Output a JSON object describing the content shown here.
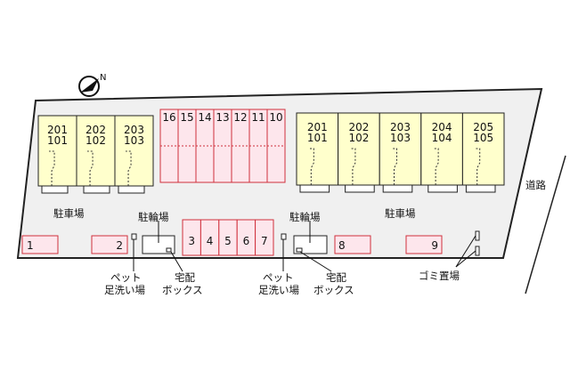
{
  "colors": {
    "building": "#ffffcc",
    "stall": "#fde6ec",
    "stall_border": "#d0303c",
    "lot": "#f0f0f0"
  },
  "compass": {
    "icon": "north-arrow-icon",
    "letter": "N"
  },
  "building_left": {
    "units": [
      [
        "201",
        "101"
      ],
      [
        "202",
        "102"
      ],
      [
        "203",
        "103"
      ]
    ]
  },
  "building_right": {
    "units": [
      [
        "201",
        "101"
      ],
      [
        "202",
        "102"
      ],
      [
        "203",
        "103"
      ],
      [
        "204",
        "104"
      ],
      [
        "205",
        "105"
      ]
    ]
  },
  "bike_stalls_top": [
    "16",
    "15",
    "14",
    "13",
    "12",
    "11",
    "10"
  ],
  "bike_stalls_bottom": [
    "3",
    "4",
    "5",
    "6",
    "7"
  ],
  "parking": [
    "1",
    "2",
    "8",
    "9"
  ],
  "labels": {
    "parking_left": "駐車場",
    "parking_right": "駐車場",
    "bicycle_left": "駐輪場",
    "bicycle_right": "駐輪場",
    "road": "道路",
    "pet_wash_1": "ペット",
    "pet_wash_2": "足洗い場",
    "delivery_1": "宅配",
    "delivery_2": "ボックス",
    "garbage": "ゴミ置場"
  }
}
